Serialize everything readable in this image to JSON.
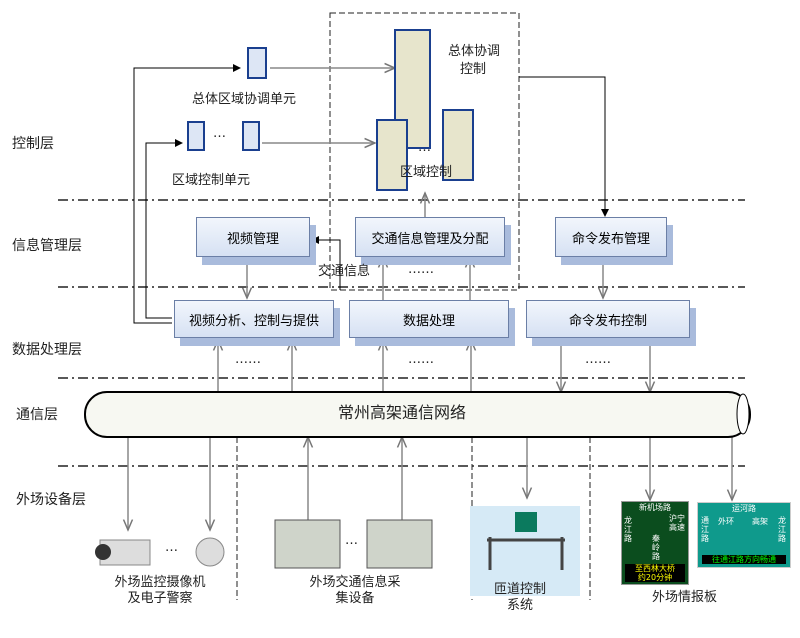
{
  "layers": [
    "控制层",
    "信息管理层",
    "数据处理层",
    "通信层",
    "外场设备层"
  ],
  "control": {
    "overall_unit": "总体区域协调单元",
    "area_unit": "区域控制单元",
    "overall_control_1": "总体协调",
    "overall_control_2": "控制",
    "area_control": "区域控制",
    "ellipsis": "…"
  },
  "info": {
    "video_mgmt": "视频管理",
    "traffic_mgmt": "交通信息管理及分配",
    "cmd_mgmt": "命令发布管理",
    "traffic_info": "交通信息",
    "dots": "……"
  },
  "data": {
    "video_analysis": "视频分析、控制与提供",
    "data_proc": "数据处理",
    "cmd_ctrl": "命令发布控制",
    "dots": "……"
  },
  "network": "常州高架通信网络",
  "field": {
    "camera_1": "外场监控摄像机",
    "camera_2": "及电子警察",
    "collect_1": "外场交通信息采",
    "collect_2": "集设备",
    "ramp_1": "匝道控制",
    "ramp_2": "系统",
    "board": "外场情报板",
    "ellipsis": "…"
  },
  "sign1": {
    "top": "新机场路",
    "left": "龙江路",
    "right": "沪宁高速",
    "mid": "秦岭路",
    "bottom1": "至西林大桥",
    "bottom2": "约20分钟"
  },
  "sign2": {
    "top": "运河路",
    "left": "通江路",
    "right": "龙江路",
    "l2": "外环",
    "r2": "高架",
    "bottom": "往通江路方向畅通"
  },
  "colors": {
    "box": "#d6e1f3",
    "sign_green": "#0b4d1e",
    "sign_teal": "#0f9a8c"
  }
}
